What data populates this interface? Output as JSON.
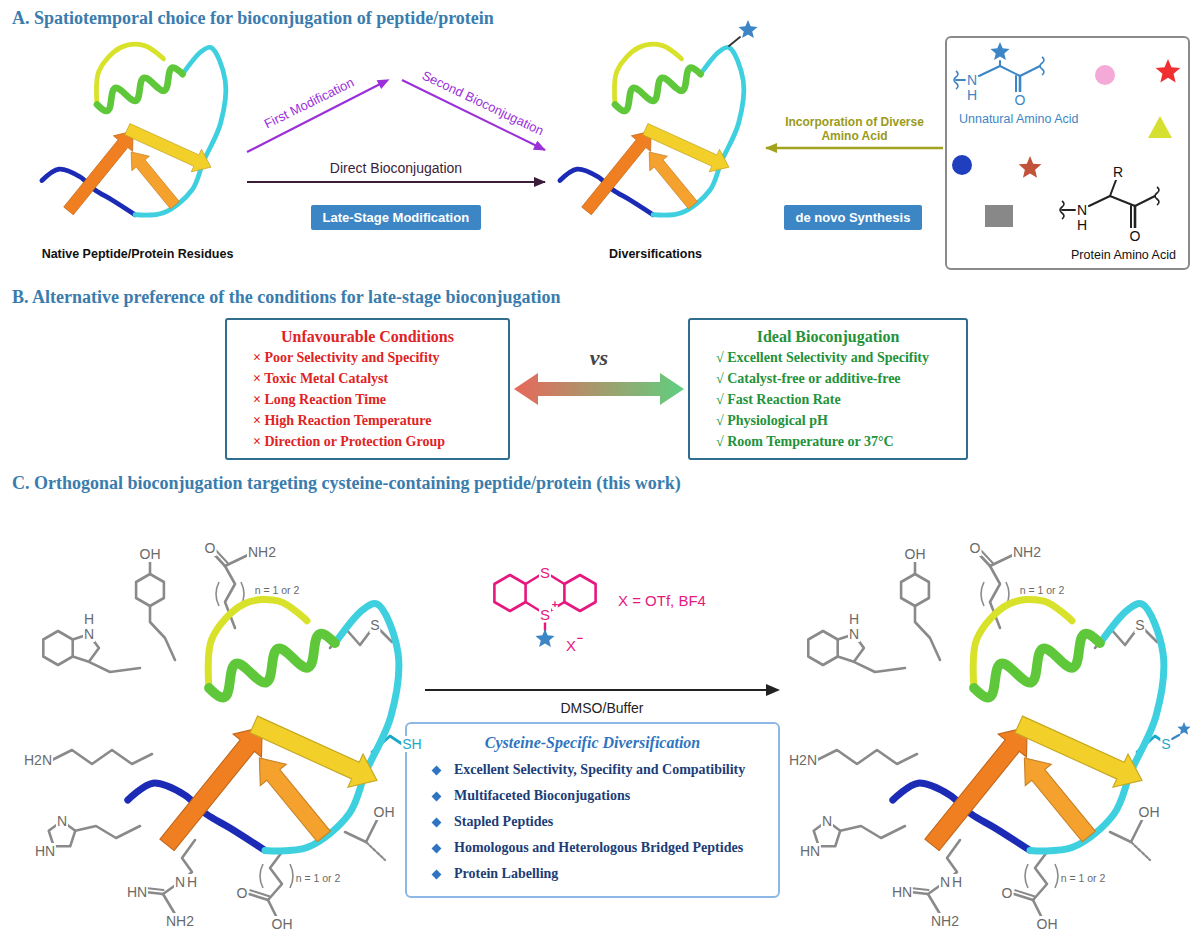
{
  "diagram": {
    "nodes": [
      {
        "text": [
          "Native Peptide/Protein Residues"
        ]
      },
      {
        "text": [
          "Diversifications"
        ]
      },
      {
        "text": [
          "Late-Stage Modification"
        ]
      },
      {
        "text": [
          "de novo Synthesis"
        ]
      },
      {
        "text": [
          "Unnatural Amino Acid",
          "Protein Amino Acid"
        ]
      },
      {
        "text": [
          "Unfavourable Conditions",
          "× Poor Selectivity and Specifity",
          "× Toxic Metal Catalyst",
          "× Long Reaction Time",
          "× High Reaction Temperature",
          "× Direction or Protection Group"
        ]
      },
      {
        "text": [
          "Ideal Bioconjugation",
          "√ Excellent Selectivity and Specifity",
          "√ Catalyst-free or additive-free",
          "√ Fast Reaction Rate",
          "√ Physiological pH",
          "√ Room Temperature or 37°C"
        ]
      },
      {
        "text": [
          "Cysteine-Specific Diversification",
          "Excellent Selectivity, Specifity and Compatibility",
          "Multifaceted Bioconjugations",
          "Stapled Peptides",
          "Homologous and Heterologous Bridged Peptides",
          "Protein Labelling"
        ]
      }
    ],
    "edges": [
      {
        "from": 0,
        "to": 1,
        "label": "Direct Bioconjugation",
        "arrow": "to"
      },
      {
        "from": 0,
        "to": 1,
        "arrow": "to"
      },
      {
        "from": 4,
        "to": 1,
        "label": "Incorporation of Diverse Amino Acid",
        "arrow": "to"
      },
      {
        "from": 5,
        "to": 6,
        "label": "vs",
        "arrow": "both"
      }
    ],
    "labels": [
      "A. Spatiotemporal choice for bioconjugation of peptide/protein",
      "First Modification",
      "Second Bioconjugation",
      "N",
      "H",
      "O",
      "R",
      "N",
      "H",
      "O",
      "B. Alternative preference of the conditions for late-stage bioconjugation",
      "C. Orthogonal bioconjugation targeting cysteine-containing peptide/protein (this work)",
      "OH",
      "O",
      "NH2",
      "n = 1 or 2",
      "H",
      "N",
      "S",
      "H2N",
      "SH",
      "OH",
      "O",
      "OH",
      "n = 1 or 2",
      "N",
      "HN",
      "N",
      "H",
      "HN",
      "NH2",
      "S",
      "S",
      "+",
      "X",
      "−",
      "X = OTf, BF4",
      "DMSO/Buffer",
      "OH",
      "O",
      "NH2",
      "n = 1 or 2",
      "H",
      "N",
      "S",
      "H2N",
      "S",
      "OH",
      "O",
      "OH",
      "n = 1 or 2",
      "N",
      "HN",
      "N",
      "H",
      "HN",
      "NH2"
    ]
  }
}
